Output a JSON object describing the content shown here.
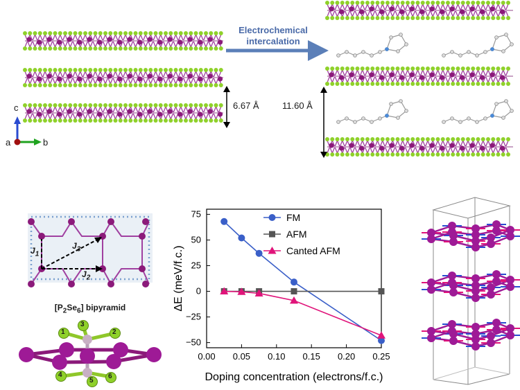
{
  "arrow_label": {
    "line1": "Electrochemical",
    "line2": "intercalation"
  },
  "spacing": {
    "before": "6.67 Å",
    "after": "11.60 Å"
  },
  "axes_triad": {
    "c": "c",
    "a": "a",
    "b": "b"
  },
  "bipyramid": {
    "title": "[P₂Se₆] bipyramid",
    "j_labels": [
      "J1",
      "J2",
      "J3"
    ],
    "se_numbers": [
      "1",
      "2",
      "3",
      "4",
      "5",
      "6"
    ]
  },
  "colors": {
    "selenium": "#7ed321",
    "metal": "#8b1a7a",
    "bond": "#a040a0",
    "arrow": "#5b7fb8",
    "fm": "#3a5fc8",
    "afm": "#555555",
    "canted": "#e0147a"
  },
  "chart_data": {
    "type": "line",
    "xlabel": "Doping concentration (electrons/f.c.)",
    "ylabel": "ΔE (meV/f.c.)",
    "xlim": [
      0.0,
      0.25
    ],
    "ylim": [
      -55,
      80
    ],
    "x_ticks": [
      "0.00",
      "0.05",
      "0.10",
      "0.15",
      "0.20",
      "0.25"
    ],
    "y_ticks": [
      "75",
      "50",
      "25",
      "0",
      "−25",
      "−50"
    ],
    "legend_position": "top-right",
    "series": [
      {
        "name": "FM",
        "marker": "circle",
        "color": "#3a5fc8",
        "x": [
          0.025,
          0.05,
          0.075,
          0.125,
          0.25
        ],
        "y": [
          68,
          52,
          37,
          9,
          -48
        ]
      },
      {
        "name": "AFM",
        "marker": "square",
        "color": "#555555",
        "x": [
          0.025,
          0.05,
          0.075,
          0.125,
          0.25
        ],
        "y": [
          0,
          0,
          0,
          0,
          0
        ]
      },
      {
        "name": "Canted AFM",
        "marker": "triangle",
        "color": "#e0147a",
        "x": [
          0.025,
          0.05,
          0.075,
          0.125,
          0.25
        ],
        "y": [
          0,
          -0.5,
          -2,
          -9,
          -43
        ]
      }
    ]
  }
}
